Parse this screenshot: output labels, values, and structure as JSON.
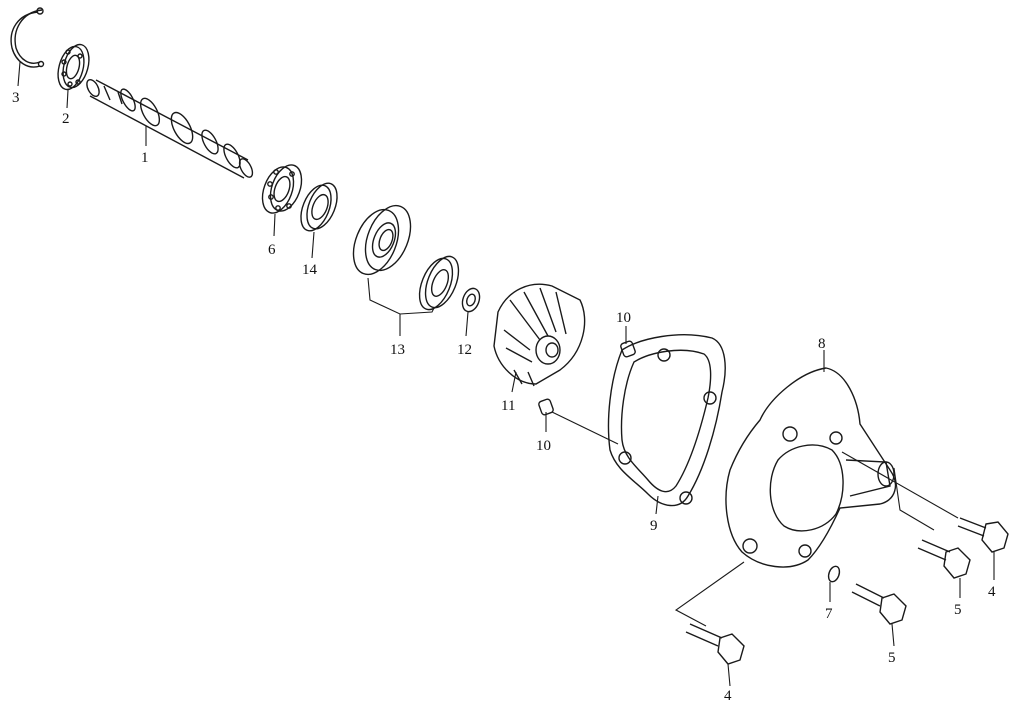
{
  "callouts": {
    "shaft": "1",
    "bearing_small": "2",
    "circlip": "3",
    "bolt_4a": "4",
    "bolt_4b": "4",
    "bolt_5a": "5",
    "bolt_5b": "5",
    "bearing_large": "6",
    "washer_7": "7",
    "pump_cover": "8",
    "gasket": "9",
    "dowel_10a": "10",
    "dowel_10b": "10",
    "impeller": "11",
    "washer_12": "12",
    "mechanical_seal": "13",
    "oil_seal": "14"
  }
}
